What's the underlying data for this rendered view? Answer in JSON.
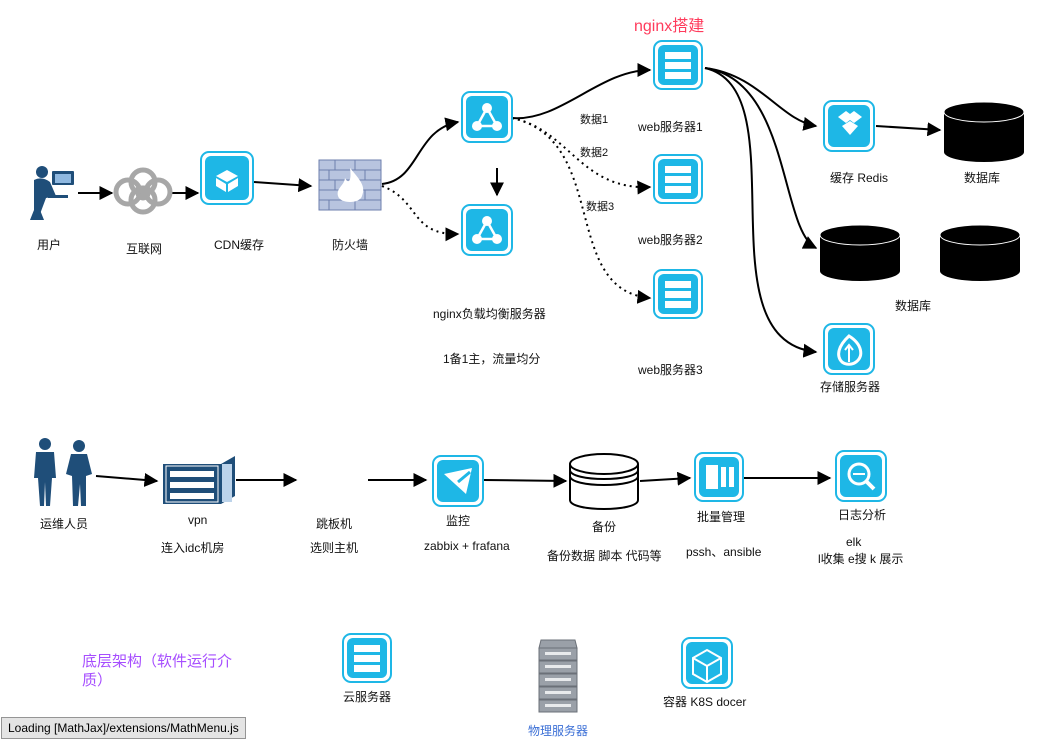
{
  "titles": {
    "nginx_setup": "nginx搭建",
    "infra": "底层架构（软件运行介质）"
  },
  "top": {
    "user": "用户",
    "internet": "互联网",
    "cdn": "CDN缓存",
    "firewall": "防火墙",
    "lb_label": "nginx负载均衡服务器",
    "lb_note": "1备1主，流量均分",
    "web1": "web服务器1",
    "web2": "web服务器2",
    "web3": "web服务器3",
    "data1": "数据1",
    "data2": "数据2",
    "data3": "数据3",
    "redis": "缓存 Redis",
    "db_right": "数据库",
    "db_pair": "数据库",
    "storage": "存储服务器"
  },
  "middle": {
    "ops": "运维人员",
    "vpn": "vpn",
    "vpn_note": "连入idc机房",
    "jump": "跳板机",
    "jump_note": "选则主机",
    "monitor": "监控",
    "monitor_note": "zabbix + frafana",
    "backup": "备份",
    "backup_note": "备份数据 脚本 代码等",
    "batch": "批量管理",
    "batch_note": "pssh、ansible",
    "log": "日志分析",
    "log_note1": "elk",
    "log_note2": "l收集  e搜  k 展示"
  },
  "bottom": {
    "cloud": "云服务器",
    "physical": "物理服务器",
    "container": "容器  K8S docer"
  },
  "status": {
    "mathjax": "Loading [MathJax]/extensions/MathMenu.js"
  },
  "colors": {
    "accent": "#1eb7e6",
    "title_red": "#ff3b5c",
    "title_purple": "#a64dff",
    "physical_label": "#3b6fd6"
  }
}
